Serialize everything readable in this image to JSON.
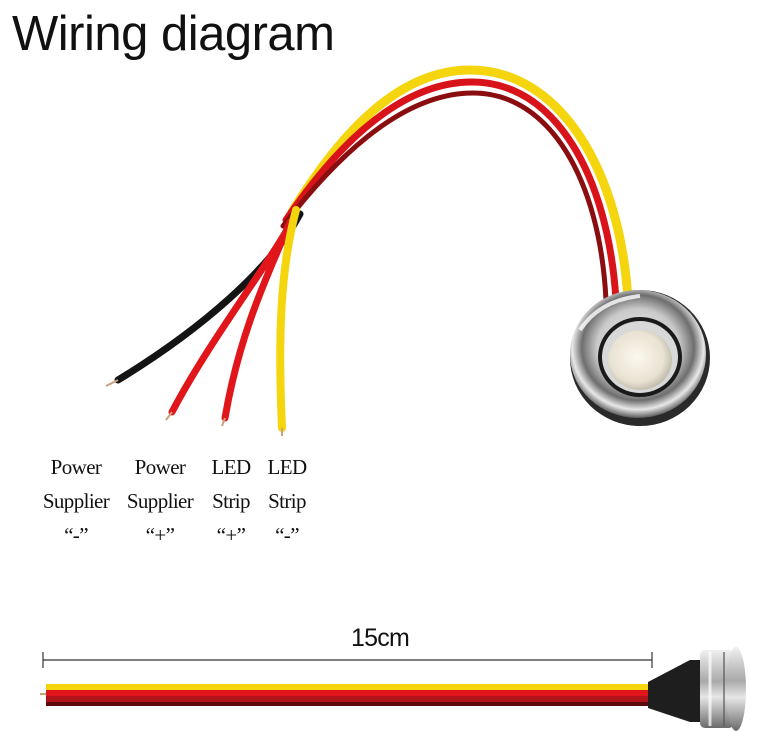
{
  "title": "Wiring diagram",
  "wires": [
    {
      "line1": "Power",
      "line2": "Supplier",
      "line3": "“-”",
      "color": "#141414"
    },
    {
      "line1": "Power",
      "line2": "Supplier",
      "line3": "“+”",
      "color": "#e0161a"
    },
    {
      "line1": "LED",
      "line2": "Strip",
      "line3": "“+”",
      "color": "#e0161a"
    },
    {
      "line1": "LED",
      "line2": "Strip",
      "line3": "“-”",
      "color": "#f5d50e"
    }
  ],
  "dimension": {
    "label": "15cm"
  }
}
